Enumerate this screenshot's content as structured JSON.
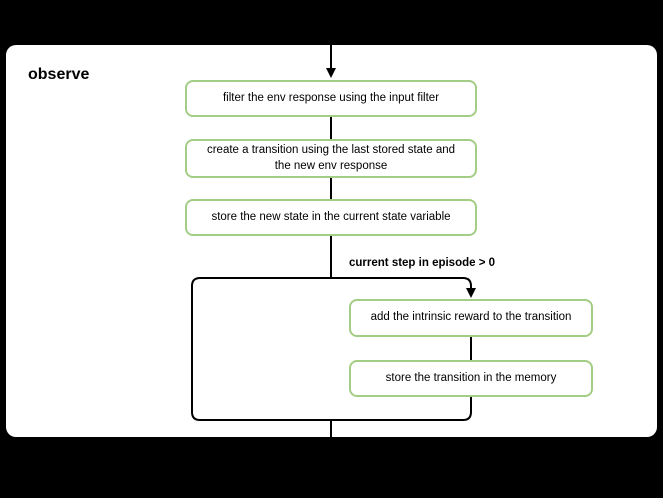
{
  "panel": {
    "title": "observe"
  },
  "branch": {
    "label": "current step in episode > 0"
  },
  "nodes": [
    {
      "label": "filter the env response using the input filter"
    },
    {
      "label": "create a transition using the last stored state and the new env response"
    },
    {
      "label": "store the new state in the current state variable"
    },
    {
      "label": "add the intrinsic reward to the transition"
    },
    {
      "label": "store the transition in the memory"
    }
  ],
  "colors": {
    "canvas_bg": "#000000",
    "panel_bg": "#ffffff",
    "node_border": "#a3cd85",
    "line_color": "#000000",
    "text_color": "#000000"
  }
}
